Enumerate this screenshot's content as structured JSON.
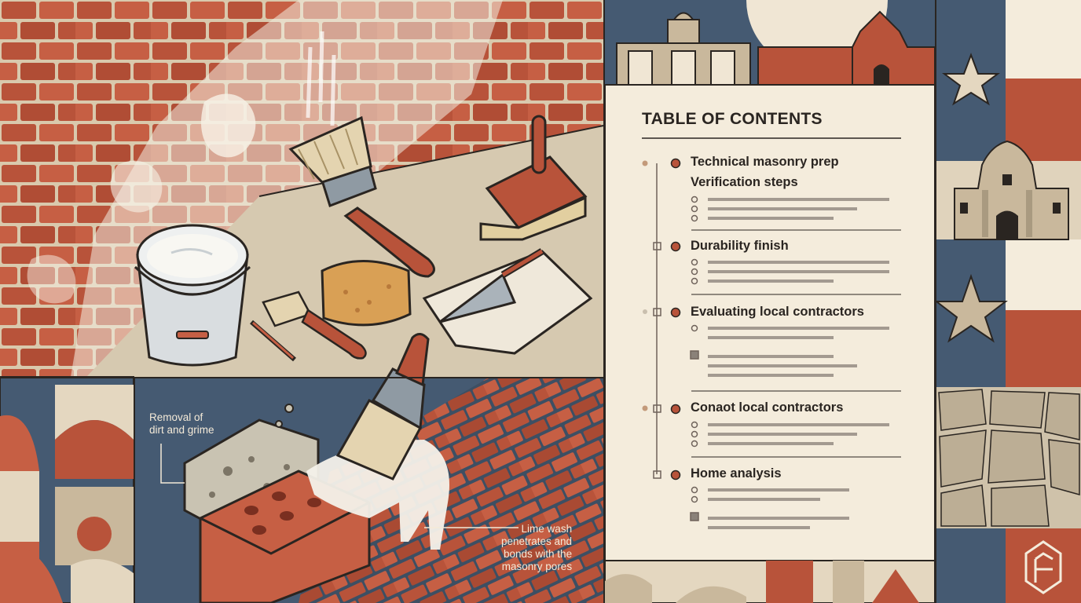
{
  "toc": {
    "title": "TABLE OF CONTENTS",
    "items": [
      {
        "label": "Technical masonry prep"
      },
      {
        "label": "Verification steps"
      },
      {
        "label": "Durability finish"
      },
      {
        "label": "Evaluating local contractors"
      },
      {
        "label": "Conaot local contractors"
      },
      {
        "label": "Home analysis"
      }
    ]
  },
  "callouts": {
    "removal": [
      "Removal of",
      "dirt and grime"
    ],
    "limewash": [
      "Lime wash",
      "penetrates and",
      "bonds with the",
      "masonry pores"
    ]
  },
  "icons": [
    "star-icon",
    "paint-brush-icon",
    "scrub-brush-icon",
    "paint-bucket-icon",
    "sponge-icon",
    "trowel-icon",
    "logo-icon"
  ],
  "colors": {
    "brick": "#b8533a",
    "navy": "#455a72",
    "cream": "#f4ecdc",
    "sand": "#c9b89c",
    "ink": "#2a2521"
  }
}
